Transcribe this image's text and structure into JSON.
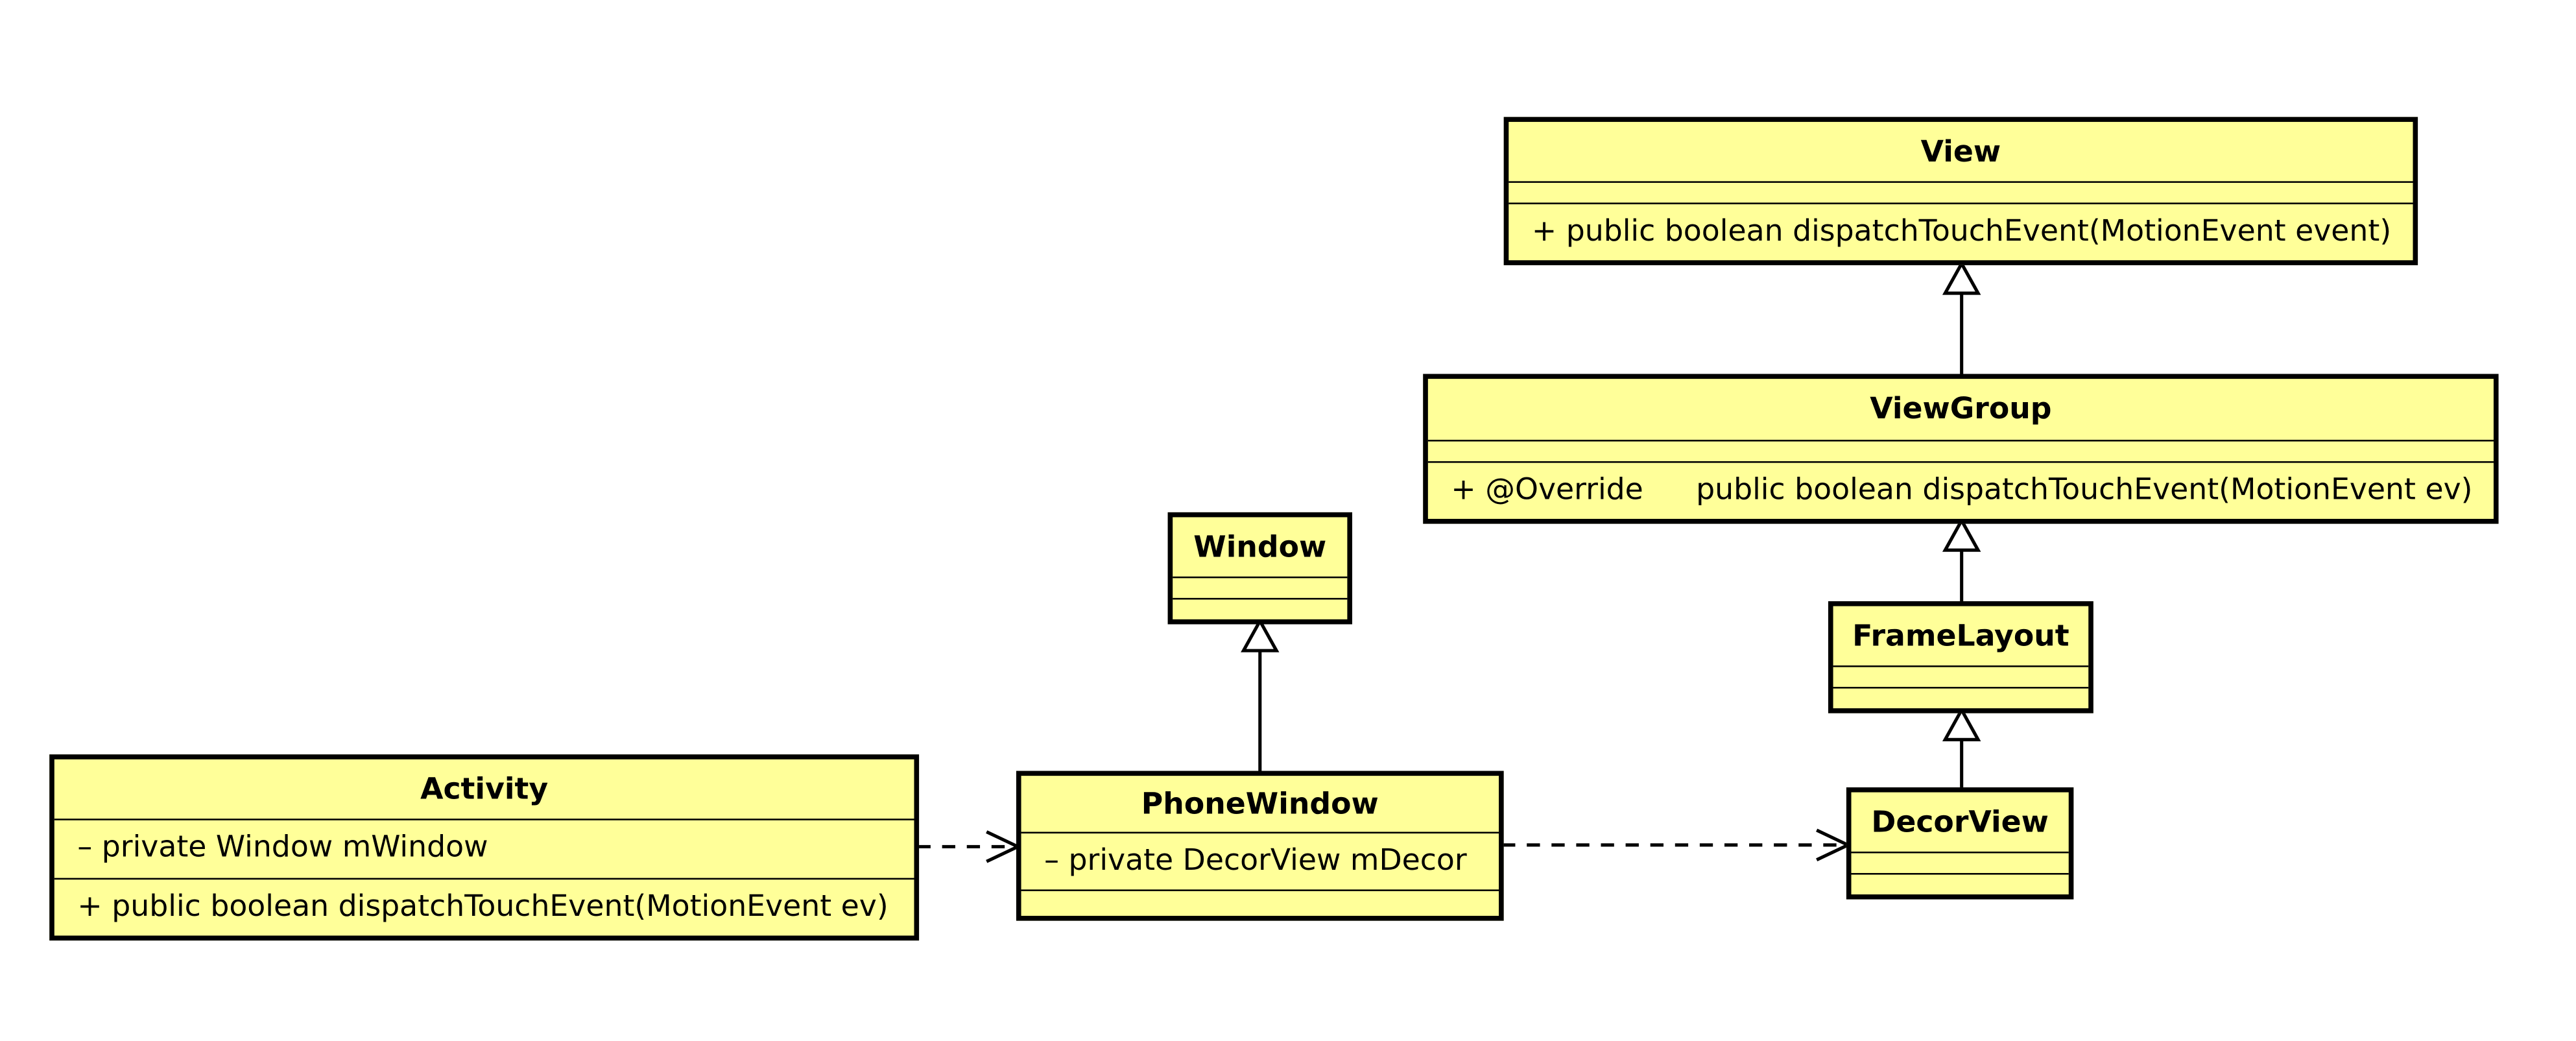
{
  "diagram": {
    "classes": {
      "view": {
        "name": "View",
        "attributes": [],
        "methods": [
          {
            "visibility": "+",
            "text": "public boolean dispatchTouchEvent(MotionEvent event)"
          }
        ]
      },
      "viewgroup": {
        "name": "ViewGroup",
        "attributes": [],
        "methods": [
          {
            "visibility": "+",
            "annotation": "@Override",
            "text": "public boolean dispatchTouchEvent(MotionEvent ev)"
          }
        ]
      },
      "window": {
        "name": "Window",
        "attributes": [],
        "methods": []
      },
      "framelayout": {
        "name": "FrameLayout",
        "attributes": [],
        "methods": []
      },
      "activity": {
        "name": "Activity",
        "attributes": [
          {
            "visibility": "–",
            "text": "private Window mWindow"
          }
        ],
        "methods": [
          {
            "visibility": "+",
            "text": "public boolean dispatchTouchEvent(MotionEvent ev)"
          }
        ]
      },
      "phonewindow": {
        "name": "PhoneWindow",
        "attributes": [
          {
            "visibility": "–",
            "text": "private DecorView mDecor"
          }
        ],
        "methods": []
      },
      "decorview": {
        "name": "DecorView",
        "attributes": [],
        "methods": []
      }
    },
    "relations": [
      {
        "type": "generalization",
        "from": "ViewGroup",
        "to": "View"
      },
      {
        "type": "generalization",
        "from": "FrameLayout",
        "to": "ViewGroup"
      },
      {
        "type": "generalization",
        "from": "DecorView",
        "to": "FrameLayout"
      },
      {
        "type": "generalization",
        "from": "PhoneWindow",
        "to": "Window"
      },
      {
        "type": "dependency",
        "from": "Activity",
        "to": "PhoneWindow"
      },
      {
        "type": "dependency",
        "from": "PhoneWindow",
        "to": "DecorView"
      }
    ],
    "colors": {
      "class_fill": "#ffff99",
      "stroke": "#000000",
      "background": "#ffffff"
    }
  }
}
